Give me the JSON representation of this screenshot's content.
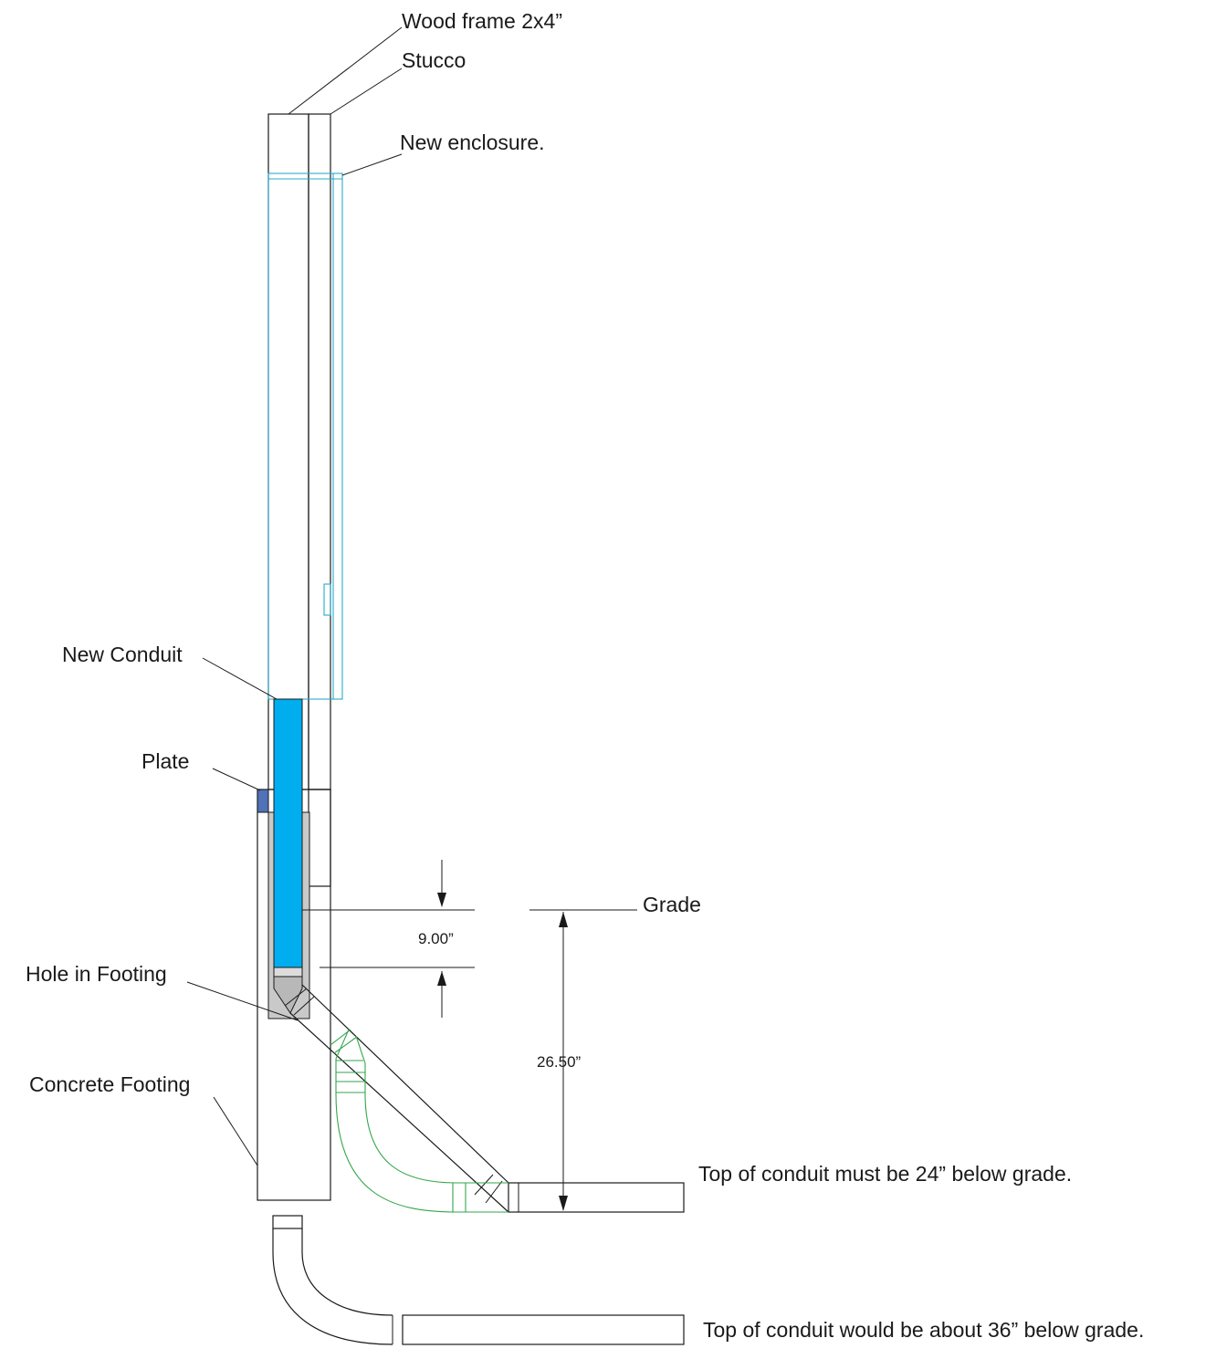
{
  "labels": {
    "wood_frame": "Wood frame 2x4”",
    "stucco": "Stucco",
    "new_enclosure": "New enclosure.",
    "new_conduit": "New Conduit",
    "plate": "Plate",
    "grade": "Grade",
    "hole_in_footing": "Hole in Footing",
    "concrete_footing": "Concrete Footing",
    "note_24": "Top of conduit must be 24” below grade.",
    "note_36": "Top of conduit would be about 36” below grade."
  },
  "dimensions": {
    "grade_to_hole": "9.00”",
    "grade_to_conduit_bottom": "26.50”"
  },
  "colors": {
    "conduit": "#00aeef",
    "plate": "#4f72b8",
    "hole": "#c9c9c9",
    "hole_fill_light": "#dcdcdc",
    "enclosure_outline": "#29a9c9",
    "alt_conduit": "#33a64c",
    "conduit_shadow": "#7f9fbf"
  }
}
